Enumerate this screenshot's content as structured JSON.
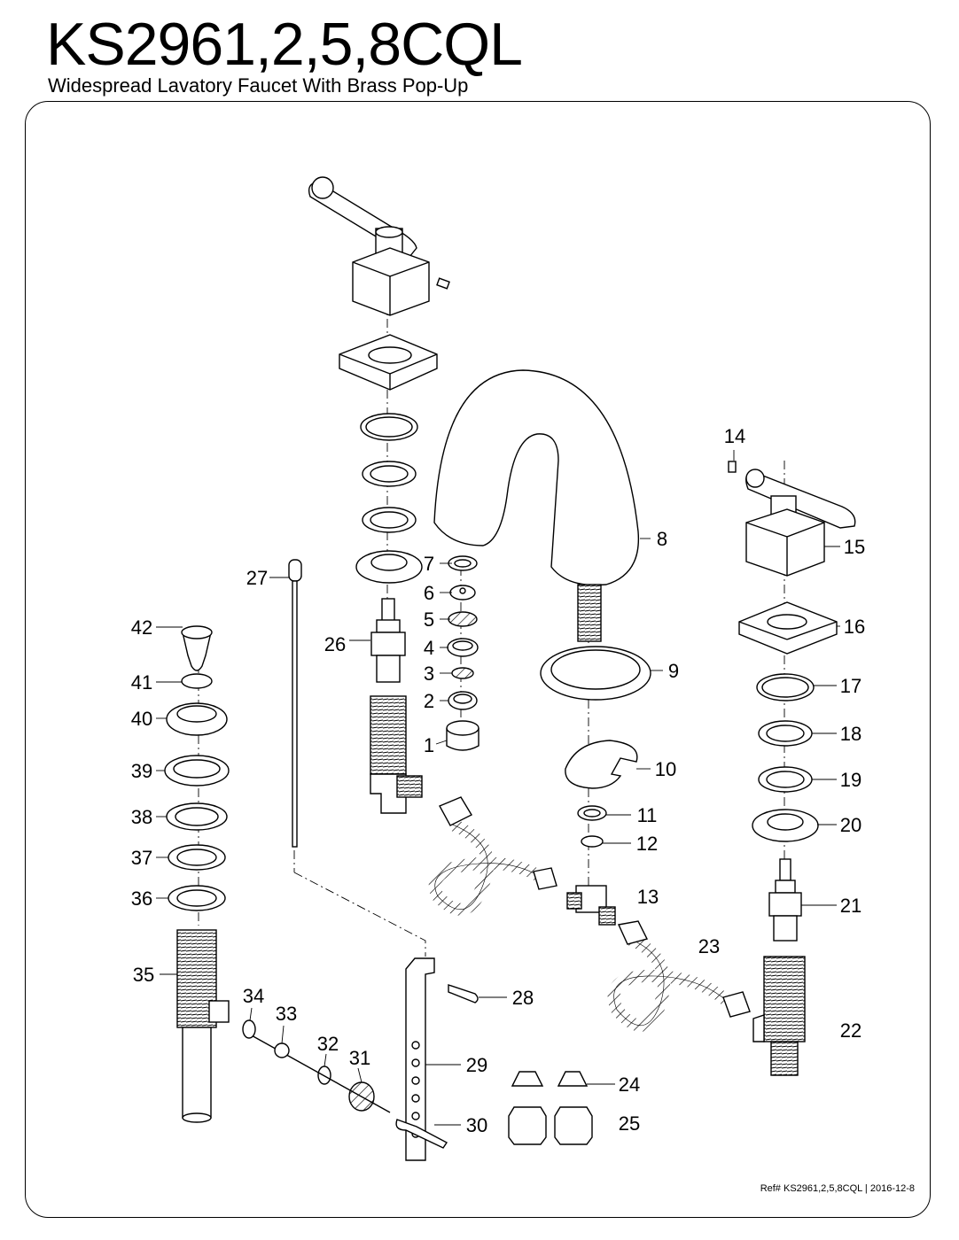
{
  "header": {
    "model": "KS2961,2,5,8CQL",
    "subtitle": "Widespread Lavatory Faucet With Brass Pop-Up"
  },
  "footer": {
    "ref": "Ref# KS2961,2,5,8CQL",
    "date": "2016-12-8"
  },
  "callouts": [
    "1",
    "2",
    "3",
    "4",
    "5",
    "6",
    "7",
    "8",
    "9",
    "10",
    "11",
    "12",
    "13",
    "14",
    "15",
    "16",
    "17",
    "18",
    "19",
    "20",
    "21",
    "22",
    "23",
    "24",
    "25",
    "26",
    "27",
    "28",
    "29",
    "30",
    "31",
    "32",
    "33",
    "34",
    "35",
    "36",
    "37",
    "38",
    "39",
    "40",
    "41",
    "42"
  ]
}
